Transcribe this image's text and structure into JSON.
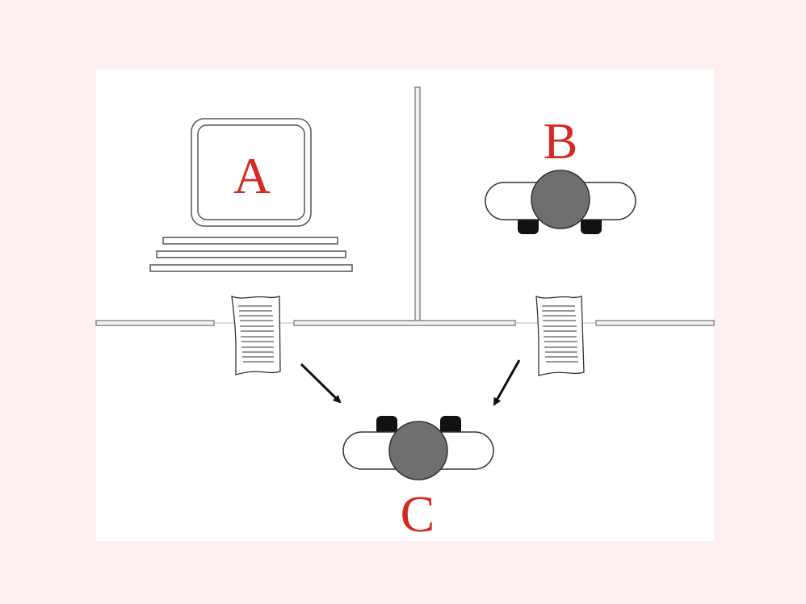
{
  "labels": {
    "computer": "A",
    "hidden_person": "B",
    "interrogator": "C"
  },
  "colors": {
    "background": "#fdf0f0",
    "panel": "#ffffff",
    "label": "#d42a25",
    "head": "#6f6f6f",
    "outline": "#222222",
    "wall": "#8a8a8a"
  },
  "icons": {
    "computer": "computer-monitor-icon",
    "person_b": "person-topdown-icon",
    "person_c": "person-topdown-icon",
    "paper": "paper-sheet-icon",
    "arrow": "arrow-icon"
  }
}
